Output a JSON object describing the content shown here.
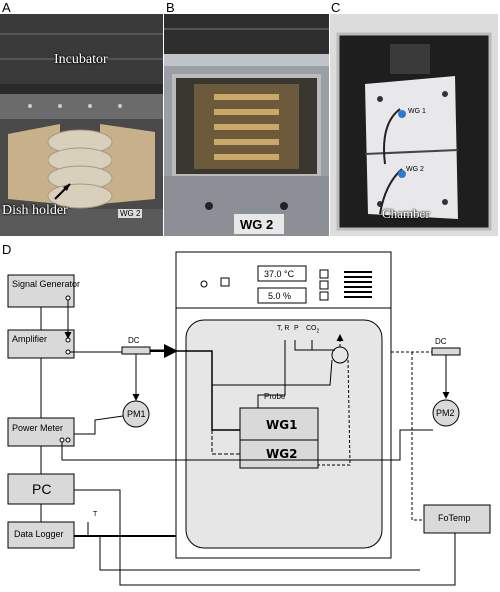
{
  "panels": {
    "a": {
      "letter": "A",
      "label_incubator": "Incubator",
      "label_dish_holder": "Dish holder",
      "sticker": "WG 2"
    },
    "b": {
      "letter": "B",
      "sticker": "WG 2"
    },
    "c": {
      "letter": "C",
      "label_wg1": "WG 1",
      "label_wg2": "WG 2",
      "label_chamber": "Chamber"
    },
    "d": {
      "letter": "D"
    }
  },
  "diagram": {
    "signal_generator": "Signal Generator",
    "amplifier": "Amplifier",
    "power_meter": "Power Meter",
    "pc": "PC",
    "data_logger": "Data Logger",
    "t_label": "T",
    "dc_left": "DC",
    "dc_right": "DC",
    "pm1": "PM1",
    "pm2": "PM2",
    "fotemp": "FoTemp",
    "display_temp": "37.0 °C",
    "display_co2": "5.0 %",
    "probe": "Probe",
    "wg1": "WG1",
    "wg2": "WG2",
    "sensor_tr": "T, R",
    "sensor_p": "P",
    "sensor_co2": "CO",
    "sensor_co2_sub": "2"
  },
  "colors": {
    "incubator_fill": "#e6e6e6",
    "box_fill": "#d9d9d9",
    "line": "#000000"
  }
}
